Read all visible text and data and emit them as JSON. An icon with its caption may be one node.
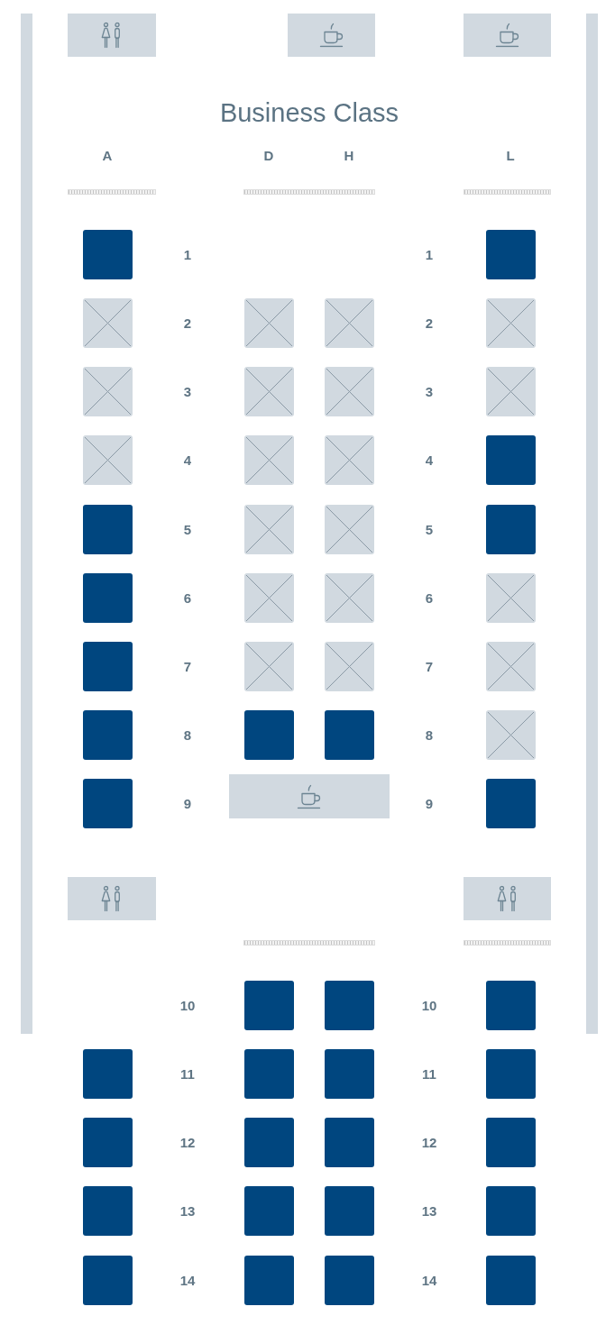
{
  "diagram": {
    "title": "Business Class",
    "nodes": [
      {
        "text": [],
        "shape": "person"
      },
      {
        "text": [],
        "shape": "cup"
      },
      {
        "text": [],
        "shape": "cup"
      },
      {
        "text": [],
        "shape": "box"
      },
      {
        "text": [],
        "shape": "box"
      },
      {
        "text": [],
        "shape": "cross"
      },
      {
        "text": [],
        "shape": "cross"
      },
      {
        "text": [],
        "shape": "cross"
      },
      {
        "text": [],
        "shape": "cross"
      },
      {
        "text": [],
        "shape": "cross"
      },
      {
        "text": [],
        "shape": "cross"
      },
      {
        "text": [],
        "shape": "cross"
      },
      {
        "text": [],
        "shape": "cross"
      },
      {
        "text": [],
        "shape": "cross"
      },
      {
        "text": [],
        "shape": "cross"
      },
      {
        "text": [],
        "shape": "cross"
      },
      {
        "text": [],
        "shape": "box"
      },
      {
        "text": [],
        "shape": "box"
      },
      {
        "text": [],
        "shape": "cross"
      },
      {
        "text": [],
        "shape": "cross"
      },
      {
        "text": [],
        "shape": "box"
      },
      {
        "text": [],
        "shape": "box"
      },
      {
        "text": [],
        "shape": "cross"
      },
      {
        "text": [],
        "shape": "cross"
      },
      {
        "text": [],
        "shape": "cross"
      },
      {
        "text": [],
        "shape": "box"
      },
      {
        "text": [],
        "shape": "cross"
      },
      {
        "text": [],
        "shape": "cross"
      },
      {
        "text": [],
        "shape": "cross"
      },
      {
        "text": [],
        "shape": "box"
      },
      {
        "text": [],
        "shape": "box"
      },
      {
        "text": [],
        "shape": "box"
      },
      {
        "text": [],
        "shape": "cross"
      },
      {
        "text": [],
        "shape": "box"
      },
      {
        "text": [],
        "shape": "cup"
      },
      {
        "text": [],
        "shape": "box"
      },
      {
        "text": [],
        "shape": "person"
      },
      {
        "text": [],
        "shape": "person"
      },
      {
        "text": [],
        "shape": "box"
      },
      {
        "text": [],
        "shape": "box"
      },
      {
        "text": [],
        "shape": "box"
      },
      {
        "text": [],
        "shape": "box"
      },
      {
        "text": [],
        "shape": "box"
      },
      {
        "text": [],
        "shape": "box"
      },
      {
        "text": [],
        "shape": "box"
      },
      {
        "text": [],
        "shape": "box"
      },
      {
        "text": [],
        "shape": "box"
      },
      {
        "text": [],
        "shape": "box"
      },
      {
        "text": [],
        "shape": "box"
      },
      {
        "text": [],
        "shape": "box"
      },
      {
        "text": [],
        "shape": "box"
      },
      {
        "text": [],
        "shape": "box"
      },
      {
        "text": [],
        "shape": "box"
      },
      {
        "text": [],
        "shape": "box"
      },
      {
        "text": [],
        "shape": "box"
      },
      {
        "text": [],
        "shape": "box"
      },
      {
        "text": [],
        "shape": "box"
      }
    ],
    "labels": [
      "A",
      "D",
      "H",
      "L",
      "1",
      "1",
      "2",
      "2",
      "3",
      "3",
      "4",
      "4",
      "5",
      "5",
      "6",
      "6",
      "7",
      "7",
      "8",
      "8",
      "9",
      "9",
      "10",
      "10",
      "11",
      "11",
      "12",
      "12",
      "13",
      "13",
      "14",
      "14"
    ]
  }
}
